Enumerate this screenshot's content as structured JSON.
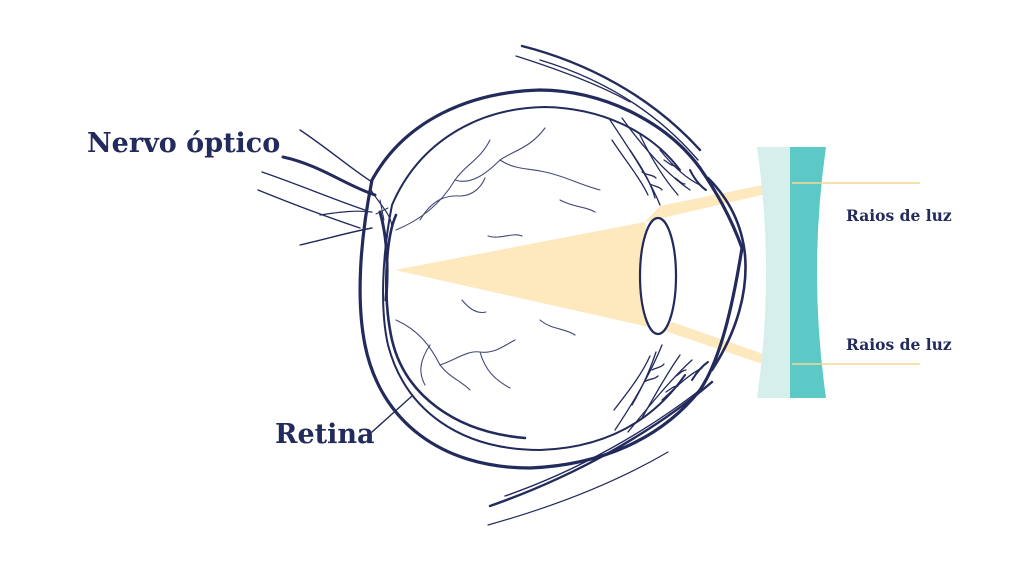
{
  "labels": {
    "optic_nerve": "Nervo óptico",
    "retina": "Retina",
    "light_rays_top": "Raios de luz",
    "light_rays_bottom": "Raios de luz"
  },
  "colors": {
    "ink": "#232a5c",
    "light_beam": "#fde9bd",
    "lens_dark": "#5cc9c6",
    "lens_light": "#d6efed",
    "vein": "#434a78"
  },
  "icons": {
    "eye": "eye-anatomy-icon",
    "lens": "concave-lens-icon"
  }
}
